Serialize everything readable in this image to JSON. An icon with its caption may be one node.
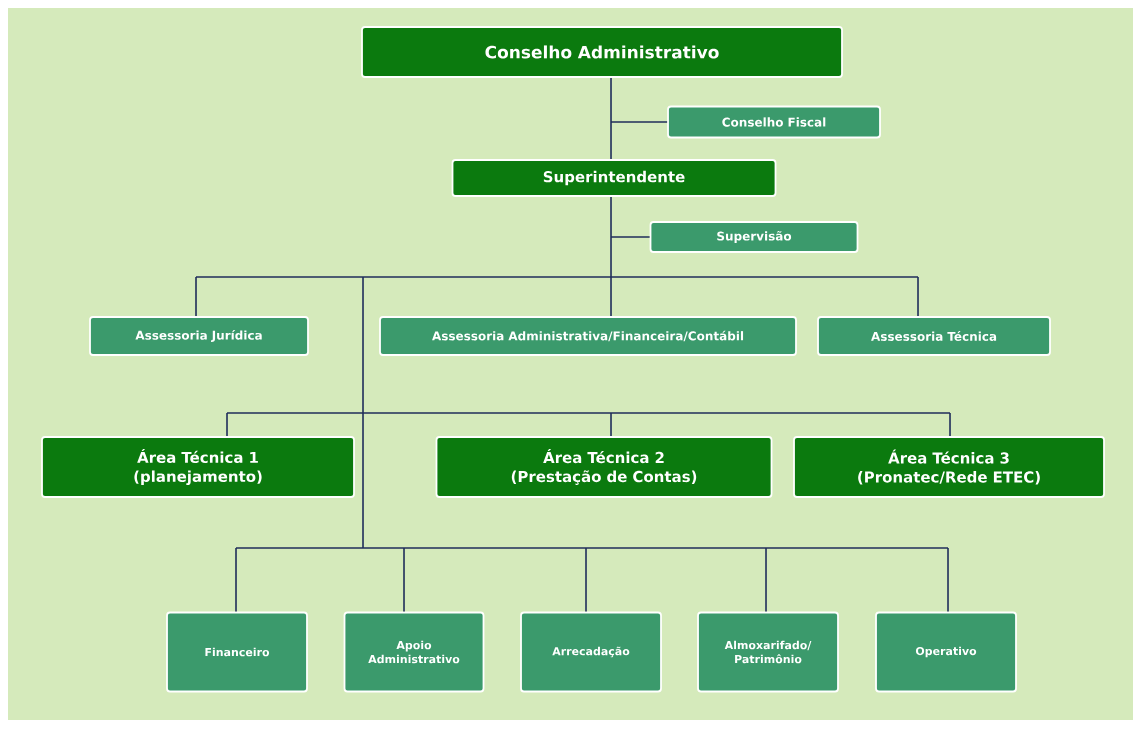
{
  "diagram": {
    "nodes": [
      {
        "text": [
          "Conselho Administrativo"
        ]
      },
      {
        "text": [
          "Conselho Fiscal"
        ]
      },
      {
        "text": [
          "Superintendente"
        ]
      },
      {
        "text": [
          "Supervisão"
        ]
      },
      {
        "text": [
          "Assessoria Jurídica"
        ]
      },
      {
        "text": [
          "Assessoria Administrativa/Financeira/Contábil"
        ]
      },
      {
        "text": [
          "Assessoria Técnica"
        ]
      },
      {
        "text": [
          "Área Técnica 1",
          "(planejamento)"
        ]
      },
      {
        "text": [
          "Área Técnica 2",
          "(Prestação de Contas)"
        ]
      },
      {
        "text": [
          "Área Técnica 3",
          "(Pronatec/Rede ETEC)"
        ]
      },
      {
        "text": [
          "Financeiro"
        ]
      },
      {
        "text": [
          "Apoio Administrativo"
        ]
      },
      {
        "text": [
          "Arrecadação"
        ]
      },
      {
        "text": [
          "Almoxarifado/ Patrimônio"
        ]
      },
      {
        "text": [
          "Operativo"
        ]
      }
    ],
    "edges": [
      {
        "from": 0,
        "to": 2,
        "arrow": "none"
      },
      {
        "from": 0,
        "to": 1,
        "arrow": "none"
      },
      {
        "from": 2,
        "to": 3,
        "arrow": "none"
      },
      {
        "from": 2,
        "to": 4,
        "arrow": "none"
      },
      {
        "from": 2,
        "to": 5,
        "arrow": "none"
      },
      {
        "from": 2,
        "to": 6,
        "arrow": "none"
      },
      {
        "from": 2,
        "to": 7,
        "arrow": "none"
      },
      {
        "from": 2,
        "to": 8,
        "arrow": "none"
      },
      {
        "from": 2,
        "to": 9,
        "arrow": "none"
      },
      {
        "from": 2,
        "to": 10,
        "arrow": "none"
      },
      {
        "from": 2,
        "to": 11,
        "arrow": "none"
      },
      {
        "from": 2,
        "to": 12,
        "arrow": "none"
      },
      {
        "from": 2,
        "to": 13,
        "arrow": "none"
      },
      {
        "from": 2,
        "to": 14,
        "arrow": "none"
      }
    ]
  }
}
